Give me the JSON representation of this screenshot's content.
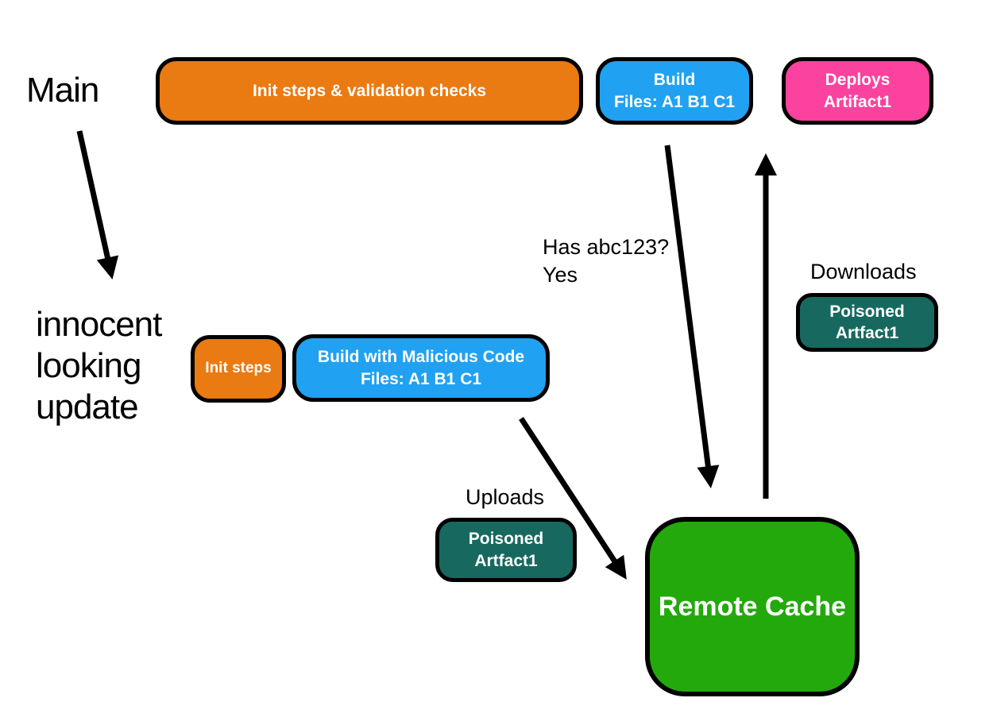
{
  "colors": {
    "background": "#ffffff",
    "orange": "#ea7a12",
    "blue": "#21a1f1",
    "pink": "#fa429e",
    "teal": "#17695f",
    "green": "#24a90d",
    "node_border": "#000000",
    "node_text": "#ffffff",
    "label_text": "#000000",
    "arrow": "#000000"
  },
  "labels": {
    "main_branch": "Main",
    "update_branch": "innocent\nlooking\nupdate",
    "has_abc123": "Has abc123?\nYes",
    "downloads": "Downloads",
    "uploads": "Uploads"
  },
  "nodes": {
    "init_validation": "Init steps & validation checks",
    "build": "Build\nFiles: A1 B1 C1",
    "deploys": "Deploys\nArtifact1",
    "init_steps": "Init steps",
    "build_malicious": "Build with Malicious Code\nFiles: A1 B1 C1",
    "poisoned_upload": "Poisoned\nArtfact1",
    "poisoned_download": "Poisoned\nArtfact1",
    "remote_cache": "Remote Cache"
  }
}
